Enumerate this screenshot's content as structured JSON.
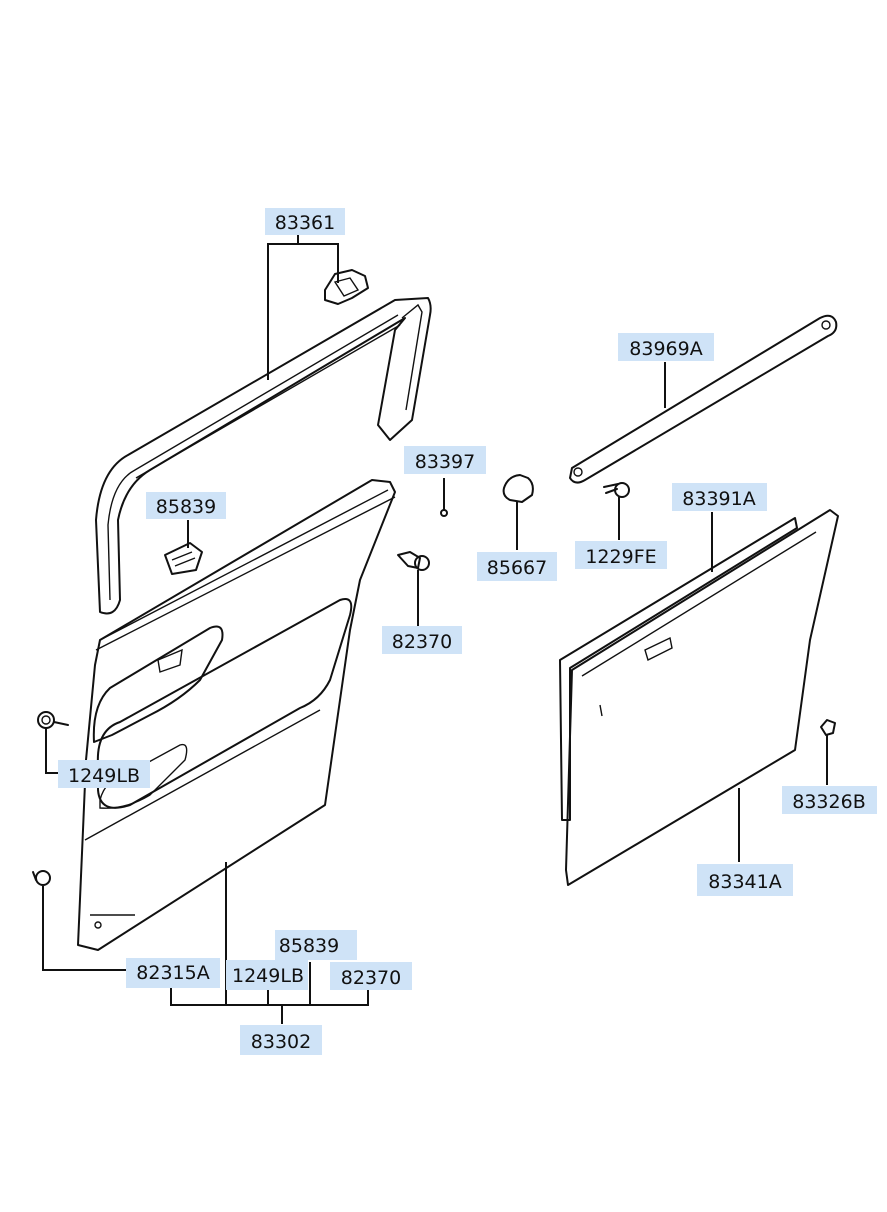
{
  "labels": {
    "l83361": "83361",
    "l85839_top": "85839",
    "l83397": "83397",
    "l85667": "85667",
    "l82370_top": "82370",
    "l83969a": "83969A",
    "l83391a": "83391A",
    "l1229fe": "1229FE",
    "l1249lb_left": "1249LB",
    "l83326b": "83326B",
    "l83341a": "83341A",
    "l82315a": "82315A",
    "l85839_bottom": "85839",
    "l1249lb_bottom": "1249LB",
    "l82370_bottom": "82370",
    "l83302": "83302"
  }
}
